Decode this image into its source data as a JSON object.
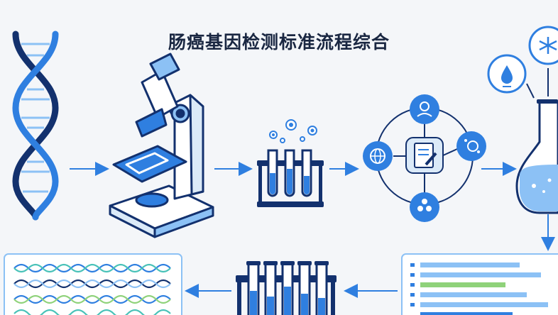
{
  "title": "肠癌基因检测标准流程综合",
  "colors": {
    "navy": "#13316e",
    "blue": "#2f7fe0",
    "light_blue": "#8cc1f5",
    "pale_blue": "#dbeaf8",
    "teal": "#49c2b8",
    "green": "#8fd27a",
    "background": "#f4f6f9"
  },
  "stages": [
    {
      "icon": "dna-helix-icon"
    },
    {
      "icon": "microscope-icon"
    },
    {
      "icon": "test-tube-rack-icon"
    },
    {
      "icon": "analysis-network-icon"
    },
    {
      "icon": "flask-icon"
    },
    {
      "icon": "data-report-icon"
    },
    {
      "icon": "test-tube-rack-large-icon"
    },
    {
      "icon": "sequence-panel-icon"
    }
  ],
  "network_nodes": [
    "lab-person-icon",
    "reagent-icon",
    "molecule-icon",
    "globe-icon"
  ],
  "arrows": [
    "right",
    "right",
    "right",
    "right",
    "down",
    "left",
    "left"
  ]
}
